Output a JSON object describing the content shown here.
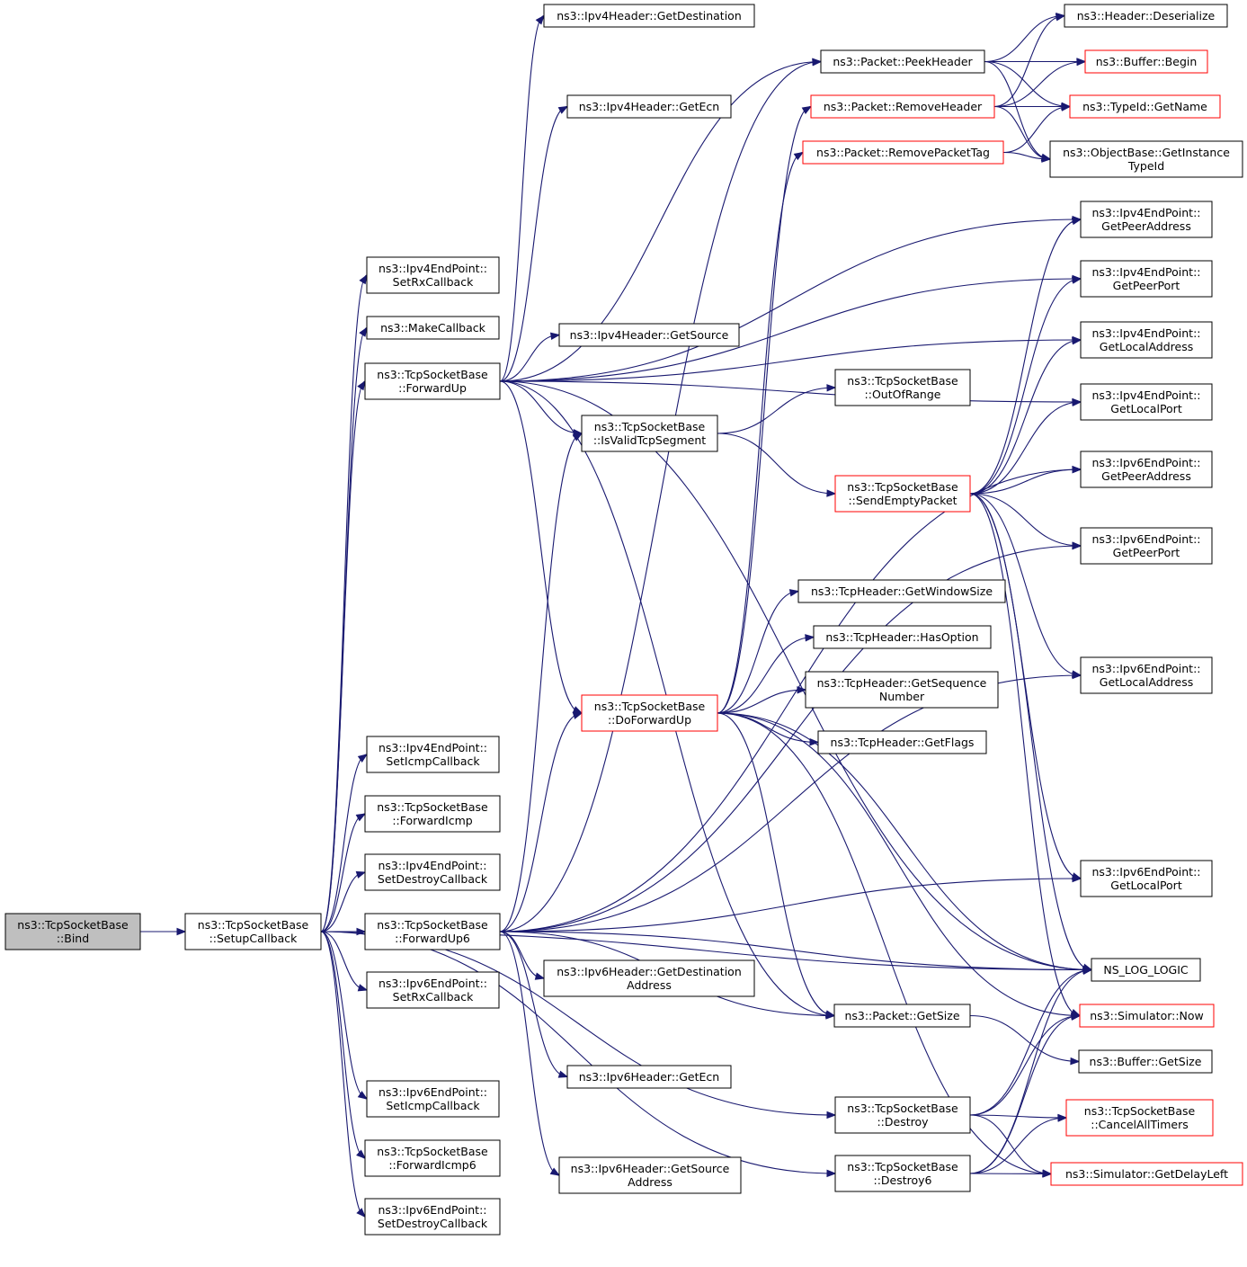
{
  "colors": {
    "edge": "#191970",
    "root_fill": "#bfbfbf",
    "red_border": "#ff0000",
    "node_border": "#000000"
  },
  "nodes": {
    "bind": {
      "lines": [
        "ns3::TcpSocketBase",
        "::Bind"
      ],
      "style": "root"
    },
    "setupcb": {
      "lines": [
        "ns3::TcpSocketBase",
        "::SetupCallback"
      ]
    },
    "setrx4": {
      "lines": [
        "ns3::Ipv4EndPoint::",
        "SetRxCallback"
      ]
    },
    "makecb": {
      "lines": [
        "ns3::MakeCallback"
      ]
    },
    "fwdup": {
      "lines": [
        "ns3::TcpSocketBase",
        "::ForwardUp"
      ]
    },
    "seticmp4": {
      "lines": [
        "ns3::Ipv4EndPoint::",
        "SetIcmpCallback"
      ]
    },
    "fwdicmp": {
      "lines": [
        "ns3::TcpSocketBase",
        "::ForwardIcmp"
      ]
    },
    "setdestroy4": {
      "lines": [
        "ns3::Ipv4EndPoint::",
        "SetDestroyCallback"
      ]
    },
    "fwdup6": {
      "lines": [
        "ns3::TcpSocketBase",
        "::ForwardUp6"
      ]
    },
    "setrx6": {
      "lines": [
        "ns3::Ipv6EndPoint::",
        "SetRxCallback"
      ]
    },
    "seticmp6": {
      "lines": [
        "ns3::Ipv6EndPoint::",
        "SetIcmpCallback"
      ]
    },
    "fwdicmp6": {
      "lines": [
        "ns3::TcpSocketBase",
        "::ForwardIcmp6"
      ]
    },
    "setdestroy6": {
      "lines": [
        "ns3::Ipv6EndPoint::",
        "SetDestroyCallback"
      ]
    },
    "ip4dst": {
      "lines": [
        "ns3::Ipv4Header::GetDestination"
      ]
    },
    "ip4ecn": {
      "lines": [
        "ns3::Ipv4Header::GetEcn"
      ]
    },
    "ip4src": {
      "lines": [
        "ns3::Ipv4Header::GetSource"
      ]
    },
    "isvalid": {
      "lines": [
        "ns3::TcpSocketBase",
        "::IsValidTcpSegment"
      ]
    },
    "dofwd": {
      "lines": [
        "ns3::TcpSocketBase",
        "::DoForwardUp"
      ],
      "style": "red"
    },
    "ip6dst": {
      "lines": [
        "ns3::Ipv6Header::GetDestination",
        "Address"
      ]
    },
    "ip6ecn": {
      "lines": [
        "ns3::Ipv6Header::GetEcn"
      ]
    },
    "ip6src": {
      "lines": [
        "ns3::Ipv6Header::GetSource",
        "Address"
      ]
    },
    "peekhdr": {
      "lines": [
        "ns3::Packet::PeekHeader"
      ]
    },
    "removehdr": {
      "lines": [
        "ns3::Packet::RemoveHeader"
      ],
      "style": "red"
    },
    "removetag": {
      "lines": [
        "ns3::Packet::RemovePacketTag"
      ],
      "style": "red"
    },
    "outofrange": {
      "lines": [
        "ns3::TcpSocketBase",
        "::OutOfRange"
      ]
    },
    "sendempty": {
      "lines": [
        "ns3::TcpSocketBase",
        "::SendEmptyPacket"
      ],
      "style": "red"
    },
    "getwin": {
      "lines": [
        "ns3::TcpHeader::GetWindowSize"
      ]
    },
    "hasopt": {
      "lines": [
        "ns3::TcpHeader::HasOption"
      ]
    },
    "getseq": {
      "lines": [
        "ns3::TcpHeader::GetSequence",
        "Number"
      ]
    },
    "getflags": {
      "lines": [
        "ns3::TcpHeader::GetFlags"
      ]
    },
    "pktsize": {
      "lines": [
        "ns3::Packet::GetSize"
      ]
    },
    "destroy": {
      "lines": [
        "ns3::TcpSocketBase",
        "::Destroy"
      ]
    },
    "destroy6": {
      "lines": [
        "ns3::TcpSocketBase",
        "::Destroy6"
      ]
    },
    "deser": {
      "lines": [
        "ns3::Header::Deserialize"
      ]
    },
    "bufbegin": {
      "lines": [
        "ns3::Buffer::Begin"
      ],
      "style": "red"
    },
    "typename": {
      "lines": [
        "ns3::TypeId::GetName"
      ],
      "style": "red"
    },
    "instid": {
      "lines": [
        "ns3::ObjectBase::GetInstance",
        "TypeId"
      ]
    },
    "ip4peeraddr": {
      "lines": [
        "ns3::Ipv4EndPoint::",
        "GetPeerAddress"
      ]
    },
    "ip4peerport": {
      "lines": [
        "ns3::Ipv4EndPoint::",
        "GetPeerPort"
      ]
    },
    "ip4locaddr": {
      "lines": [
        "ns3::Ipv4EndPoint::",
        "GetLocalAddress"
      ]
    },
    "ip4locport": {
      "lines": [
        "ns3::Ipv4EndPoint::",
        "GetLocalPort"
      ]
    },
    "ip6peeraddr": {
      "lines": [
        "ns3::Ipv6EndPoint::",
        "GetPeerAddress"
      ]
    },
    "ip6peerport": {
      "lines": [
        "ns3::Ipv6EndPoint::",
        "GetPeerPort"
      ]
    },
    "ip6locaddr": {
      "lines": [
        "ns3::Ipv6EndPoint::",
        "GetLocalAddress"
      ]
    },
    "ip6locport": {
      "lines": [
        "ns3::Ipv6EndPoint::",
        "GetLocalPort"
      ]
    },
    "nslog": {
      "lines": [
        "NS_LOG_LOGIC"
      ]
    },
    "simnow": {
      "lines": [
        "ns3::Simulator::Now"
      ],
      "style": "red"
    },
    "bufsize": {
      "lines": [
        "ns3::Buffer::GetSize"
      ]
    },
    "cancelall": {
      "lines": [
        "ns3::TcpSocketBase",
        "::CancelAllTimers"
      ],
      "style": "red"
    },
    "delayleft": {
      "lines": [
        "ns3::Simulator::GetDelayLeft"
      ],
      "style": "red"
    }
  },
  "edges": [
    [
      "bind",
      "setupcb"
    ],
    [
      "setupcb",
      "setrx4"
    ],
    [
      "setupcb",
      "makecb"
    ],
    [
      "setupcb",
      "fwdup"
    ],
    [
      "setupcb",
      "seticmp4"
    ],
    [
      "setupcb",
      "fwdicmp"
    ],
    [
      "setupcb",
      "setdestroy4"
    ],
    [
      "setupcb",
      "fwdup6"
    ],
    [
      "setupcb",
      "setrx6"
    ],
    [
      "setupcb",
      "seticmp6"
    ],
    [
      "setupcb",
      "fwdicmp6"
    ],
    [
      "setupcb",
      "setdestroy6"
    ],
    [
      "setupcb",
      "nslog"
    ],
    [
      "setupcb",
      "destroy"
    ],
    [
      "setupcb",
      "destroy6"
    ],
    [
      "fwdup",
      "ip4dst"
    ],
    [
      "fwdup",
      "ip4ecn"
    ],
    [
      "fwdup",
      "ip4src"
    ],
    [
      "fwdup",
      "isvalid"
    ],
    [
      "fwdup",
      "dofwd"
    ],
    [
      "fwdup",
      "peekhdr"
    ],
    [
      "fwdup",
      "ip4peeraddr"
    ],
    [
      "fwdup",
      "ip4peerport"
    ],
    [
      "fwdup",
      "ip4locaddr"
    ],
    [
      "fwdup",
      "ip4locport"
    ],
    [
      "fwdup",
      "pktsize"
    ],
    [
      "fwdup",
      "nslog"
    ],
    [
      "fwdup6",
      "ip6dst"
    ],
    [
      "fwdup6",
      "ip6ecn"
    ],
    [
      "fwdup6",
      "ip6src"
    ],
    [
      "fwdup6",
      "isvalid"
    ],
    [
      "fwdup6",
      "dofwd"
    ],
    [
      "fwdup6",
      "peekhdr"
    ],
    [
      "fwdup6",
      "ip6peeraddr"
    ],
    [
      "fwdup6",
      "ip6peerport"
    ],
    [
      "fwdup6",
      "ip6locaddr"
    ],
    [
      "fwdup6",
      "ip6locport"
    ],
    [
      "fwdup6",
      "pktsize"
    ],
    [
      "fwdup6",
      "nslog"
    ],
    [
      "isvalid",
      "outofrange"
    ],
    [
      "isvalid",
      "sendempty"
    ],
    [
      "dofwd",
      "removehdr"
    ],
    [
      "dofwd",
      "removetag"
    ],
    [
      "dofwd",
      "getwin"
    ],
    [
      "dofwd",
      "hasopt"
    ],
    [
      "dofwd",
      "getseq"
    ],
    [
      "dofwd",
      "getflags"
    ],
    [
      "dofwd",
      "pktsize"
    ],
    [
      "dofwd",
      "nslog"
    ],
    [
      "dofwd",
      "simnow"
    ],
    [
      "dofwd",
      "delayleft"
    ],
    [
      "peekhdr",
      "deser"
    ],
    [
      "peekhdr",
      "bufbegin"
    ],
    [
      "peekhdr",
      "typename"
    ],
    [
      "peekhdr",
      "instid"
    ],
    [
      "removehdr",
      "deser"
    ],
    [
      "removehdr",
      "bufbegin"
    ],
    [
      "removehdr",
      "typename"
    ],
    [
      "removehdr",
      "instid"
    ],
    [
      "removetag",
      "typename"
    ],
    [
      "removetag",
      "instid"
    ],
    [
      "sendempty",
      "ip4peeraddr"
    ],
    [
      "sendempty",
      "ip4peerport"
    ],
    [
      "sendempty",
      "ip4locaddr"
    ],
    [
      "sendempty",
      "ip4locport"
    ],
    [
      "sendempty",
      "ip6peeraddr"
    ],
    [
      "sendempty",
      "ip6peerport"
    ],
    [
      "sendempty",
      "ip6locaddr"
    ],
    [
      "sendempty",
      "ip6locport"
    ],
    [
      "sendempty",
      "nslog"
    ],
    [
      "sendempty",
      "simnow"
    ],
    [
      "pktsize",
      "bufsize"
    ],
    [
      "destroy",
      "nslog"
    ],
    [
      "destroy",
      "simnow"
    ],
    [
      "destroy",
      "cancelall"
    ],
    [
      "destroy",
      "delayleft"
    ],
    [
      "destroy6",
      "nslog"
    ],
    [
      "destroy6",
      "simnow"
    ],
    [
      "destroy6",
      "cancelall"
    ],
    [
      "destroy6",
      "delayleft"
    ]
  ]
}
